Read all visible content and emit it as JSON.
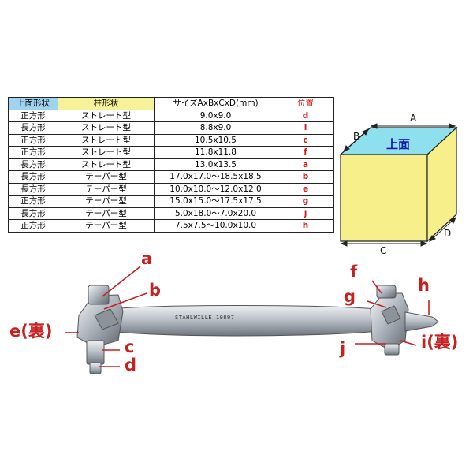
{
  "table": {
    "headers": [
      "上面形状",
      "柱形状",
      "サイズAxBxCxD(mm)",
      "位置"
    ],
    "rows": [
      [
        "正方形",
        "ストレート型",
        "9.0x9.0",
        "d"
      ],
      [
        "長方形",
        "ストレート型",
        "8.8x9.0",
        "i"
      ],
      [
        "正方形",
        "ストレート型",
        "10.5x10.5",
        "c"
      ],
      [
        "正方形",
        "ストレート型",
        "11.8x11.8",
        "f"
      ],
      [
        "長方形",
        "ストレート型",
        "13.0x13.5",
        "a"
      ],
      [
        "長方形",
        "テーパー型",
        "17.0x17.0〜18.5x18.5",
        "b"
      ],
      [
        "長方形",
        "テーパー型",
        "10.0x10.0〜12.0x12.0",
        "e"
      ],
      [
        "正方形",
        "テーパー型",
        "15.0x15.0〜17.5x17.5",
        "g"
      ],
      [
        "長方形",
        "テーパー型",
        "5.0x18.0〜7.0x20.0",
        "j"
      ],
      [
        "正方形",
        "テーパー型",
        "7.5x7.5〜10.0x10.0",
        "h"
      ]
    ]
  },
  "cube": {
    "top_label": "上面",
    "label_a": "A",
    "label_b": "B",
    "label_c": "C",
    "label_d": "D"
  },
  "wrench": {
    "engraving": "STAHLWILLE 10897",
    "callouts": {
      "a": "a",
      "b": "b",
      "c": "c",
      "d": "d",
      "e": "e(裏)",
      "f": "f",
      "g": "g",
      "h": "h",
      "i": "i(裏)",
      "j": "j"
    }
  },
  "colors": {
    "header_shape": "#9fd3f0",
    "header_column": "#f5f299",
    "position_text": "#d01818",
    "cube_face": "#f7f08a",
    "cube_top_face": "#8fe0ef",
    "callout_red": "#c82020"
  }
}
